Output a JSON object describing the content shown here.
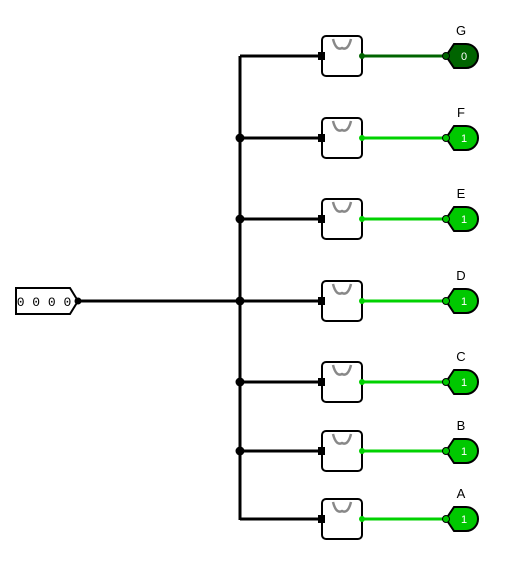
{
  "input_pin": {
    "value": "0 0 0 0"
  },
  "colors": {
    "wire_bus": "#000000",
    "wire_high": "#00d200",
    "wire_low": "#006400",
    "pin_high": "#00c800",
    "pin_low": "#006400",
    "component_stroke": "#000000",
    "rom_curve": "#888888"
  },
  "outputs": [
    {
      "label": "G",
      "value": "0"
    },
    {
      "label": "F",
      "value": "1"
    },
    {
      "label": "E",
      "value": "1"
    },
    {
      "label": "D",
      "value": "1"
    },
    {
      "label": "C",
      "value": "1"
    },
    {
      "label": "B",
      "value": "1"
    },
    {
      "label": "A",
      "value": "1"
    }
  ]
}
